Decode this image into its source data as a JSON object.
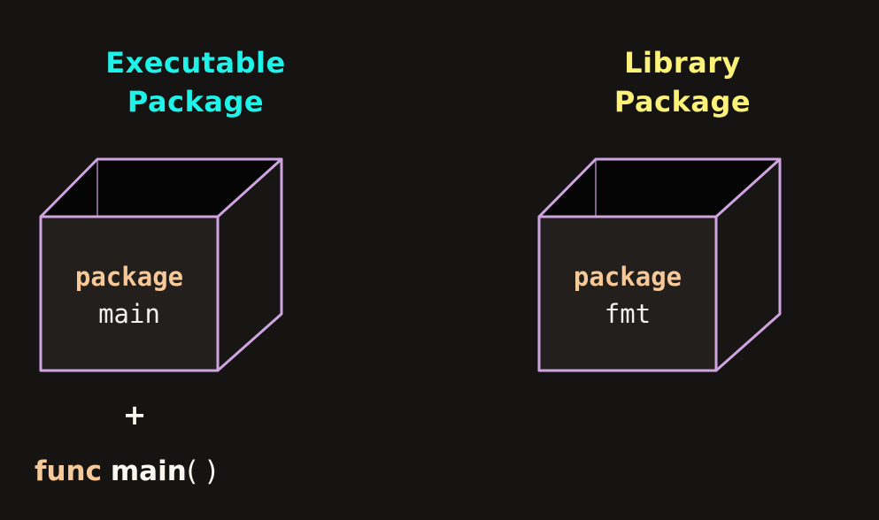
{
  "colors": {
    "background": "#151413",
    "executable_title": "#1ef3ea",
    "library_title": "#fbf277",
    "keyword": "#f7c898",
    "box_edge": "#cfa4e0",
    "box_front": "#221f1c",
    "box_side": "#181614",
    "box_inside": "#050505"
  },
  "executable": {
    "title_line1": "Executable",
    "title_line2": "Package",
    "keyword": "package",
    "name": "main",
    "plus": "+",
    "func_keyword": "func",
    "func_name": "main",
    "func_parens": "( )"
  },
  "library": {
    "title_line1": "Library",
    "title_line2": "Package",
    "keyword": "package",
    "name": "fmt"
  }
}
